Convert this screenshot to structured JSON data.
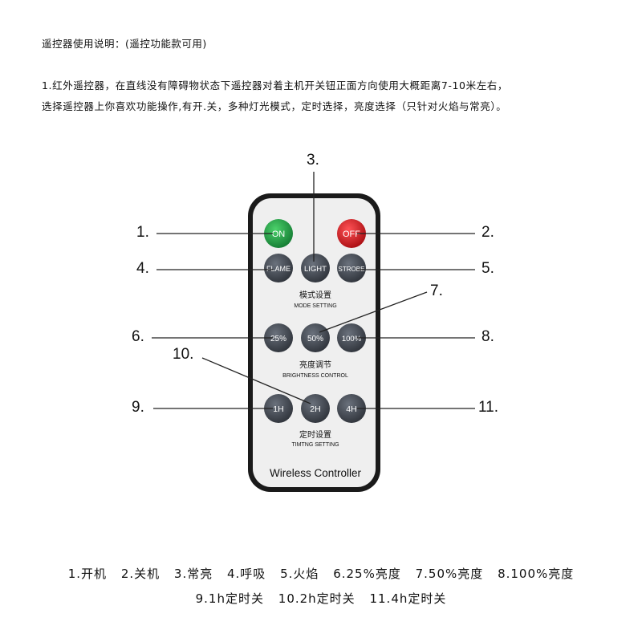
{
  "title": "遥控器使用说明：(遥控功能款可用)",
  "instructions": [
    "1.红外遥控器，在直线没有障碍物状态下遥控器对着主机开关钮正面方向使用大概距离7-10米左右，",
    "选择遥控器上你喜欢功能操作,有开.关，多种灯光模式，定时选择，亮度选择（只针对火焰与常亮）。"
  ],
  "remote": {
    "brand_label": "Wireless Controller",
    "buttons": {
      "on": "ON",
      "off": "OFF",
      "flame": "FLAME",
      "light": "LIGHT",
      "strobe": "STROBE",
      "b25": "25%",
      "b50": "50%",
      "b100": "100%",
      "t1": "1H",
      "t2": "2H",
      "t4": "4H"
    },
    "sections": {
      "mode_cn": "模式设置",
      "mode_en": "MODE SETTING",
      "bright_cn": "亮度调节",
      "bright_en": "BRIGHTNESS CONTROL",
      "timer_cn": "定时设置",
      "timer_en": "TIMTNG SETTING"
    },
    "callouts": {
      "c1": "1.",
      "c2": "2.",
      "c3": "3.",
      "c4": "4.",
      "c5": "5.",
      "c6": "6.",
      "c7": "7.",
      "c8": "8.",
      "c9": "9.",
      "c10": "10.",
      "c11": "11."
    },
    "colors": {
      "on": "#1f9e45",
      "off": "#d9161b",
      "dark_button": "#3a3f48",
      "body": "#efefef",
      "frame": "#1a1a1a"
    }
  },
  "legend": {
    "row1": [
      "1.开机",
      "2.关机",
      "3.常亮",
      "4.呼吸",
      "5.火焰",
      "6.25%亮度",
      "7.50%亮度",
      "8.100%亮度"
    ],
    "row2": [
      "9.1h定时关",
      "10.2h定时关",
      "11.4h定时关"
    ]
  }
}
